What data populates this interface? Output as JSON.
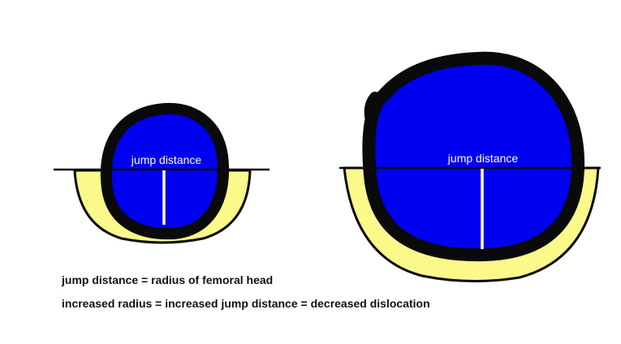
{
  "diagram": {
    "small_head": {
      "label": "jump distance"
    },
    "large_head": {
      "label": "jump distance"
    }
  },
  "captions": {
    "line1": "jump distance = radius of femoral head",
    "line2": "increased radius = increased jump distance = decreased dislocation"
  },
  "colors": {
    "femoral_head": "#0000f0",
    "acetabulum": "#fbf98a",
    "outline": "#0a0a0a",
    "radius_line": "#ffffff"
  }
}
